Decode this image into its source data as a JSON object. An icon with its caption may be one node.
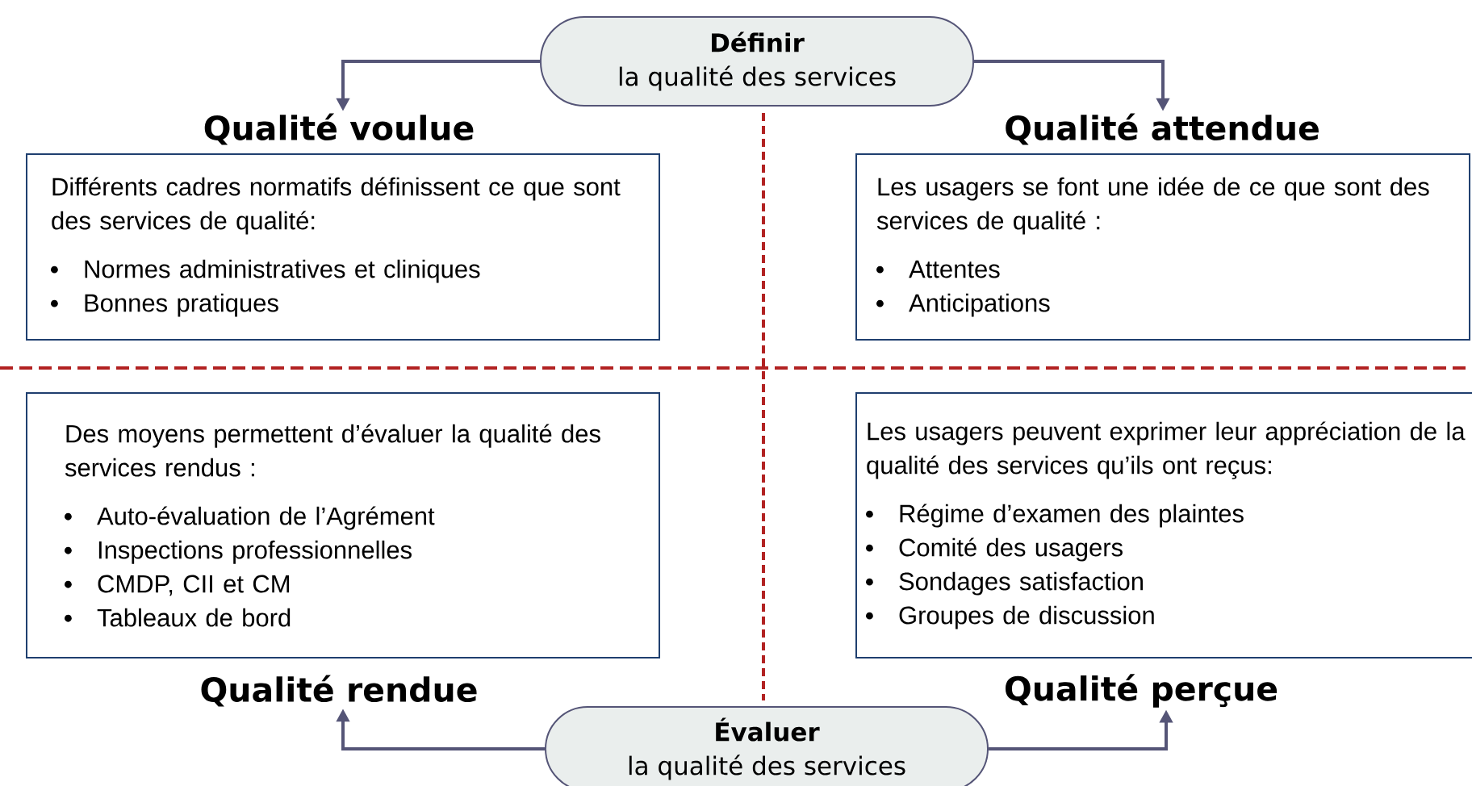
{
  "diagram": {
    "nodes": [
      {
        "text": [
          "Définir",
          "la qualité des services"
        ]
      },
      {
        "text": [
          "Qualité voulue",
          "Différents cadres normatifs définissent ce que sont des services de qualité:",
          "Normes administratives et cliniques",
          "Bonnes pratiques"
        ]
      },
      {
        "text": [
          "Qualité attendue",
          "Les usagers se font une idée de ce que sont des services de qualité :",
          "Attentes",
          "Anticipations"
        ]
      },
      {
        "text": [
          "Des moyens permettent d’évaluer la qualité des services rendus :",
          "Auto-évaluation de l’Agrément",
          "Inspections professionnelles",
          "CMDP, CII et CM",
          "Tableaux de bord",
          "Qualité rendue"
        ]
      },
      {
        "text": [
          "Les usagers peuvent exprimer leur appréciation de la qualité des services qu’ils ont reçus:",
          "Régime d’examen des plaintes",
          "Comité des usagers",
          "Sondages satisfaction",
          "Groupes de discussion",
          "Qualité perçue"
        ]
      },
      {
        "text": [
          "Évaluer",
          "la qualité des services"
        ]
      }
    ],
    "edges": [
      {
        "from": 0,
        "to": 1,
        "arrow": "to"
      },
      {
        "from": 0,
        "to": 2,
        "arrow": "to"
      },
      {
        "from": 5,
        "to": 3,
        "arrow": "to"
      },
      {
        "from": 5,
        "to": 4,
        "arrow": "to"
      }
    ]
  }
}
